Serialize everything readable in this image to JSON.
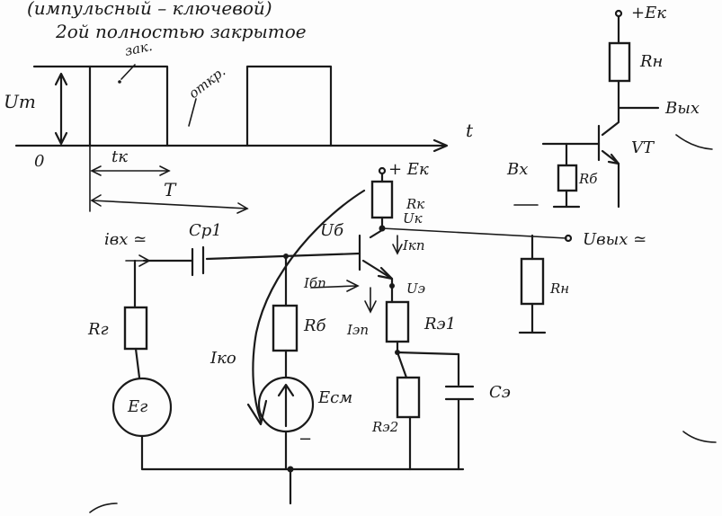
{
  "top_text": {
    "line1": "(импульсный – ключевой)",
    "line2": "2ой полностью закрытое"
  },
  "pulse_diagram": {
    "um_label": "Uт",
    "zero_label": "0",
    "zak_label": "зак.",
    "otkr_label": "откр.",
    "t_axis_label": "t",
    "tk_label": "tк",
    "period_label": "T"
  },
  "key_circuit": {
    "supply_label": "+Eк",
    "rn_label": "Rн",
    "out_label": "Вых",
    "in_label": "Вх",
    "rb_label": "Rб",
    "vt_label": "VT"
  },
  "amplifier": {
    "supply_label": "+ Eк",
    "rk_label": "Rк",
    "uk_label": "Uк",
    "ikp_label": "Iкп",
    "ub_label": "Uб",
    "ibp_label": "Iбп",
    "ue_label": "Uэ",
    "iep_label": "Iэп",
    "re1_label": "Rэ1",
    "re2_label": "Rэ2",
    "ce_label": "Cэ",
    "rb_label": "Rб",
    "ecm_label": "Eсм",
    "ik0_label": "Iко",
    "ibx_label": "iвх ≃",
    "cp1_label": "Cp1",
    "rg_label": "Rг",
    "eg_label": "Eг",
    "uout_label": "Uвых ≃",
    "rn_label": "Rн",
    "minus_label": "−"
  }
}
